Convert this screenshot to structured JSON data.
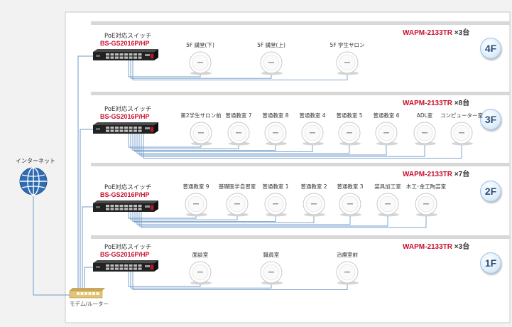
{
  "internet": {
    "label": "インターネット"
  },
  "modem": {
    "label": "モデム/ルーター"
  },
  "floors": [
    {
      "floor": "4F",
      "switch_title": "PoE対応スイッチ",
      "switch_model": "BS-GS2016P/HP",
      "ap_model": "WAPM-2133TR",
      "ap_count": "×3台",
      "aps": [
        "5F 講堂(下)",
        "5F 講堂(上)",
        "5F 学生サロン"
      ]
    },
    {
      "floor": "3F",
      "switch_title": "PoE対応スイッチ",
      "switch_model": "BS-GS2016P/HP",
      "ap_model": "WAPM-2133TR",
      "ap_count": "×8台",
      "aps": [
        "第2学生サロン前",
        "普通教室 7",
        "普通教室 8",
        "普通教室 4",
        "普通教室 5",
        "普通教室 6",
        "ADL室",
        "コンピューター室"
      ]
    },
    {
      "floor": "2F",
      "switch_title": "PoE対応スイッチ",
      "switch_model": "BS-GS2016P/HP",
      "ap_model": "WAPM-2133TR",
      "ap_count": "×7台",
      "aps": [
        "普通教室 9",
        "基礎医学自習室",
        "普通教室 1",
        "普通教室 2",
        "普通教室 3",
        "装具加工室",
        "木工･金工陶芸室"
      ]
    },
    {
      "floor": "1F",
      "switch_title": "PoE対応スイッチ",
      "switch_model": "BS-GS2016P/HP",
      "ap_model": "WAPM-2133TR",
      "ap_count": "×3台",
      "aps": [
        "面談室",
        "職員室",
        "治療室前"
      ]
    }
  ]
}
